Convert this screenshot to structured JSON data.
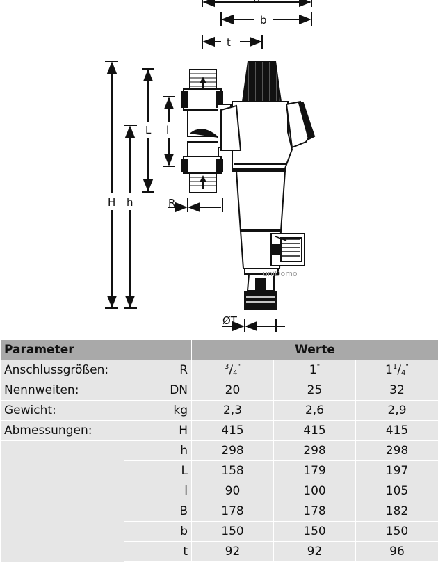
{
  "diagram": {
    "labels": {
      "B": "B",
      "b": "b",
      "t": "t",
      "H": "H",
      "h": "h",
      "L": "L",
      "l": "l",
      "R": "R",
      "OT": "ØT"
    },
    "watermark": "uniDomo"
  },
  "table": {
    "header": {
      "param": "Parameter",
      "werte": "Werte"
    },
    "rows": [
      {
        "label": "Anschlussgrößen:",
        "sym": "R",
        "v1": {
          "pre": "",
          "sup": "3",
          "mid": "/",
          "sub": "4",
          "post": "\""
        },
        "v2": {
          "pre": "1",
          "sup": "",
          "mid": "",
          "sub": "",
          "post": "\""
        },
        "v3": {
          "pre": "1",
          "sup": "1",
          "mid": "/",
          "sub": "4",
          "post": "\""
        }
      },
      {
        "label": "Nennweiten:",
        "sym": "DN",
        "values": [
          "20",
          "25",
          "32"
        ]
      },
      {
        "label": "Gewicht:",
        "sym": "kg",
        "values": [
          "2,3",
          "2,6",
          "2,9"
        ]
      },
      {
        "label": "Abmessungen:",
        "sym": "H",
        "values": [
          "415",
          "415",
          "415"
        ]
      },
      {
        "label": "",
        "sym": "h",
        "values": [
          "298",
          "298",
          "298"
        ]
      },
      {
        "label": "",
        "sym": "L",
        "values": [
          "158",
          "179",
          "197"
        ]
      },
      {
        "label": "",
        "sym": "l",
        "values": [
          "90",
          "100",
          "105"
        ]
      },
      {
        "label": "",
        "sym": "B",
        "values": [
          "178",
          "178",
          "182"
        ]
      },
      {
        "label": "",
        "sym": "b",
        "values": [
          "150",
          "150",
          "150"
        ]
      },
      {
        "label": "",
        "sym": "t",
        "values": [
          "92",
          "92",
          "96"
        ]
      }
    ]
  }
}
